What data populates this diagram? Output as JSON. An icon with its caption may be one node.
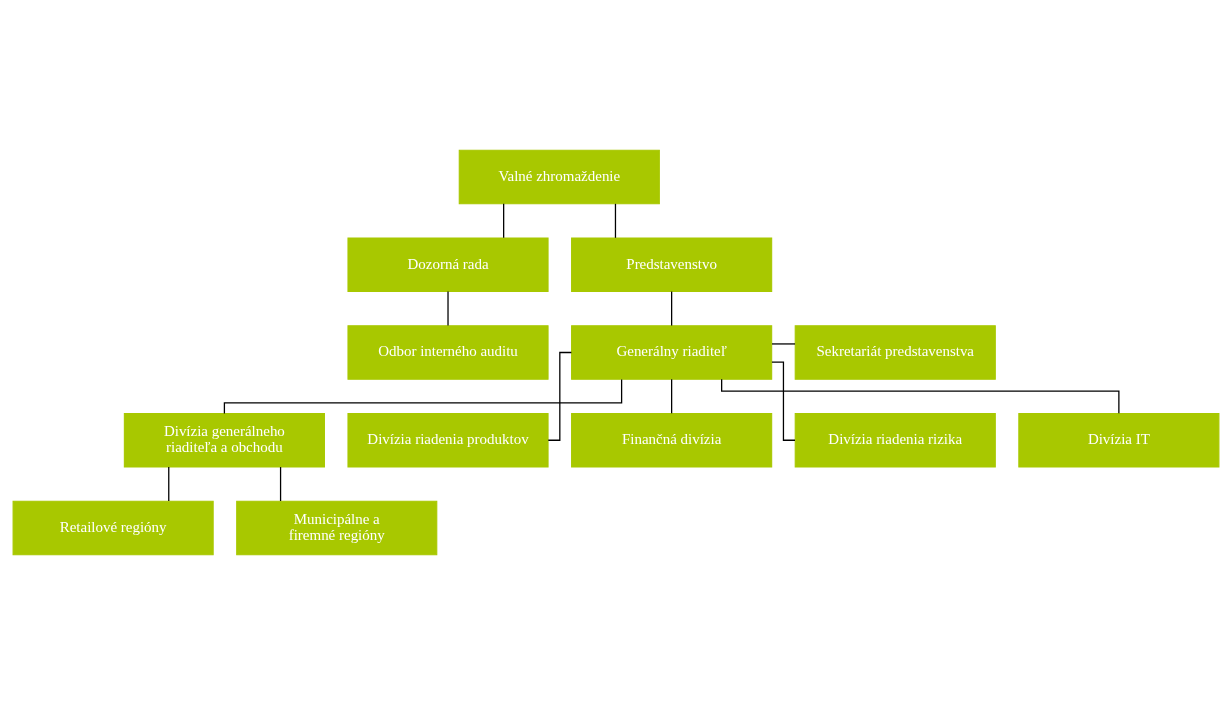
{
  "diagram": {
    "nodes": [
      {
        "text": [
          "Valné zhromaždenie"
        ]
      },
      {
        "text": [
          "Dozorná rada"
        ]
      },
      {
        "text": [
          "Predstavenstvo"
        ]
      },
      {
        "text": [
          "Odbor interného auditu"
        ]
      },
      {
        "text": [
          "Generálny riaditeľ"
        ]
      },
      {
        "text": [
          "Sekretariát predstavenstva"
        ]
      },
      {
        "text": [
          "Divízia generálneho riaditeľa a obchodu"
        ]
      },
      {
        "text": [
          "Divízia riadenia produktov"
        ]
      },
      {
        "text": [
          "Finančná divízia"
        ]
      },
      {
        "text": [
          "Divízia riadenia rizika"
        ]
      },
      {
        "text": [
          "Divízia IT"
        ]
      },
      {
        "text": [
          "Retailové regióny"
        ]
      },
      {
        "text": [
          "Municipálne a firemné regióny"
        ]
      }
    ],
    "edges": [
      {
        "from": 0,
        "to": 1,
        "arrow": "none"
      },
      {
        "from": 0,
        "to": 2,
        "arrow": "none"
      },
      {
        "from": 1,
        "to": 3,
        "arrow": "none"
      },
      {
        "from": 2,
        "to": 4,
        "arrow": "none"
      },
      {
        "from": 4,
        "to": 5,
        "arrow": "none"
      },
      {
        "from": 4,
        "to": 6,
        "arrow": "none"
      },
      {
        "from": 4,
        "to": 7,
        "arrow": "none"
      },
      {
        "from": 4,
        "to": 8,
        "arrow": "none"
      },
      {
        "from": 4,
        "to": 9,
        "arrow": "none"
      },
      {
        "from": 4,
        "to": 10,
        "arrow": "none"
      },
      {
        "from": 6,
        "to": 11,
        "arrow": "none"
      },
      {
        "from": 6,
        "to": 12,
        "arrow": "none"
      }
    ]
  }
}
